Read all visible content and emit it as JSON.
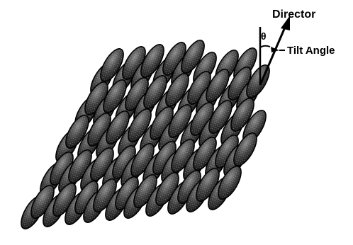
{
  "diagram": {
    "labels": {
      "director": "Director",
      "theta": "θ",
      "tilt_angle": "Tilt Angle"
    },
    "molecules": {
      "rows": 5,
      "columns": 10,
      "shape": "ellipse",
      "fill": "#2a2a2a",
      "highlight": "#8a8a8a"
    }
  }
}
